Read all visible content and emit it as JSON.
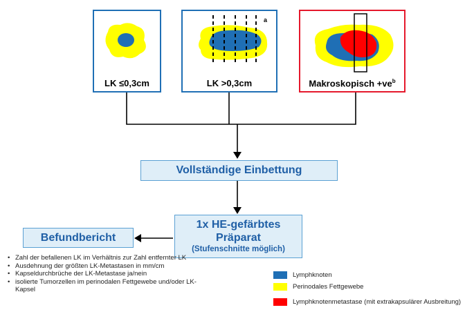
{
  "boxes": {
    "small": {
      "label": "LK ≤0,3cm"
    },
    "large": {
      "label": "LK >0,3cm",
      "footnote": "a"
    },
    "macro": {
      "label": "Makroskopisch +ve",
      "footnote": "b"
    }
  },
  "flow": {
    "embedding": "Vollständige Einbettung",
    "he_line1": "1x HE-gefärbtes",
    "he_line2": "Präparat",
    "he_line3": "(Stufenschnitte möglich)",
    "report": "Befundbericht"
  },
  "report_items": [
    "Zahl der befallenen LK im Verhältnis zur Zahl entfernter LK",
    "Ausdehnung der größten LK-Metastasen in mm/cm",
    "Kapseldurchbrüche der LK-Metastase ja/nein",
    "isolierte Tumorzellen im perinodalen Fettgewebe und/oder LK-Kapsel"
  ],
  "legend": [
    {
      "label": "Lymphknoten",
      "color": "#1f6fb5"
    },
    {
      "label": "Perinodales Fettgewebe",
      "color": "#ffff00"
    },
    {
      "label": "Lymphknotenmetastase (mit extrakapsulärer Ausbreitung)",
      "color": "#ff0000"
    }
  ],
  "colors": {
    "frame_blue": "#1f6fb5",
    "frame_red": "#e5182b",
    "fat_yellow": "#ffff00",
    "node_blue": "#1f6fb5",
    "metastasis_red": "#ff0000",
    "flow_fill": "#dfeef8",
    "flow_text": "#1f5fa6"
  }
}
